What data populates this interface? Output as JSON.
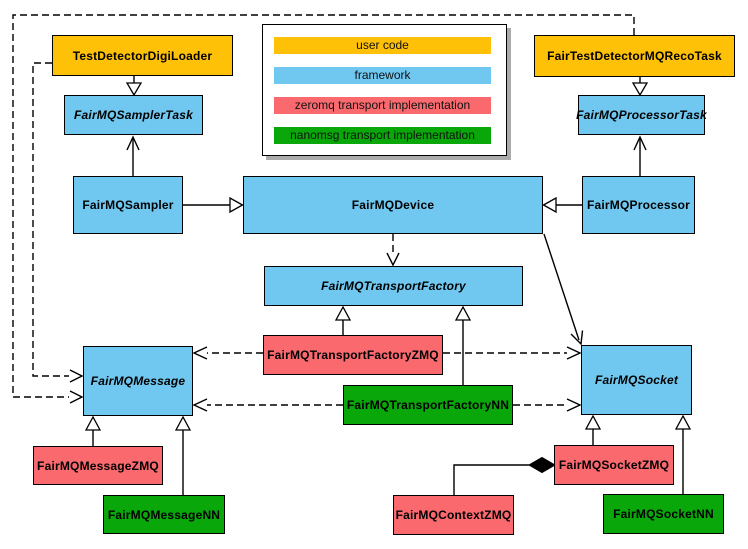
{
  "diagram": {
    "kind": "uml-class-diagram",
    "subject": "FairMQ framework classes and transport implementations"
  },
  "colors": {
    "user_code": "#FFC107",
    "framework": "#70C8F0",
    "zeromq": "#F9696E",
    "nanomsg": "#09A709",
    "border": "#000000",
    "background": "#FFFFFF"
  },
  "legend": {
    "items": [
      {
        "label": "user code",
        "color": "#FFC107"
      },
      {
        "label": "framework",
        "color": "#70C8F0"
      },
      {
        "label": "zeromq transport implementation",
        "color": "#F9696E"
      },
      {
        "label": "nanomsg transport implementation",
        "color": "#09A709"
      }
    ]
  },
  "nodes": {
    "digiLoader": {
      "label": "TestDetectorDigiLoader",
      "category": "user code",
      "abstract": false
    },
    "recoTask": {
      "label": "FairTestDetectorMQRecoTask",
      "category": "user code",
      "abstract": false
    },
    "samplerTask": {
      "label": "FairMQSamplerTask",
      "category": "framework",
      "abstract": true
    },
    "processorTask": {
      "label": "FairMQProcessorTask",
      "category": "framework",
      "abstract": true
    },
    "sampler": {
      "label": "FairMQSampler",
      "category": "framework",
      "abstract": false
    },
    "device": {
      "label": "FairMQDevice",
      "category": "framework",
      "abstract": false
    },
    "processor": {
      "label": "FairMQProcessor",
      "category": "framework",
      "abstract": false
    },
    "transportFactory": {
      "label": "FairMQTransportFactory",
      "category": "framework",
      "abstract": true
    },
    "tfZMQ": {
      "label": "FairMQTransportFactoryZMQ",
      "category": "zeromq transport implementation",
      "abstract": false
    },
    "tfNN": {
      "label": "FairMQTransportFactoryNN",
      "category": "nanomsg transport implementation",
      "abstract": false
    },
    "message": {
      "label": "FairMQMessage",
      "category": "framework",
      "abstract": true
    },
    "messageZMQ": {
      "label": "FairMQMessageZMQ",
      "category": "zeromq transport implementation",
      "abstract": false
    },
    "messageNN": {
      "label": "FairMQMessageNN",
      "category": "nanomsg transport implementation",
      "abstract": false
    },
    "socket": {
      "label": "FairMQSocket",
      "category": "framework",
      "abstract": true
    },
    "socketZMQ": {
      "label": "FairMQSocketZMQ",
      "category": "zeromq transport implementation",
      "abstract": false
    },
    "socketNN": {
      "label": "FairMQSocketNN",
      "category": "nanomsg transport implementation",
      "abstract": false
    },
    "contextZMQ": {
      "label": "FairMQContextZMQ",
      "category": "zeromq transport implementation",
      "abstract": false
    }
  },
  "edges": [
    {
      "from": "TestDetectorDigiLoader",
      "to": "FairMQSamplerTask",
      "type": "inheritance"
    },
    {
      "from": "FairTestDetectorMQRecoTask",
      "to": "FairMQProcessorTask",
      "type": "inheritance"
    },
    {
      "from": "FairMQSampler",
      "to": "FairMQSamplerTask",
      "type": "association"
    },
    {
      "from": "FairMQProcessor",
      "to": "FairMQProcessorTask",
      "type": "association"
    },
    {
      "from": "FairMQSampler",
      "to": "FairMQDevice",
      "type": "inheritance"
    },
    {
      "from": "FairMQProcessor",
      "to": "FairMQDevice",
      "type": "inheritance"
    },
    {
      "from": "FairMQDevice",
      "to": "FairMQTransportFactory",
      "type": "dependency"
    },
    {
      "from": "FairMQDevice",
      "to": "FairMQSocket",
      "type": "association"
    },
    {
      "from": "FairMQTransportFactoryZMQ",
      "to": "FairMQTransportFactory",
      "type": "inheritance"
    },
    {
      "from": "FairMQTransportFactoryNN",
      "to": "FairMQTransportFactory",
      "type": "inheritance"
    },
    {
      "from": "FairMQTransportFactoryZMQ",
      "to": "FairMQMessage",
      "type": "dependency"
    },
    {
      "from": "FairMQTransportFactoryZMQ",
      "to": "FairMQSocket",
      "type": "dependency"
    },
    {
      "from": "FairMQTransportFactoryNN",
      "to": "FairMQMessage",
      "type": "dependency"
    },
    {
      "from": "FairMQTransportFactoryNN",
      "to": "FairMQSocket",
      "type": "dependency"
    },
    {
      "from": "TestDetectorDigiLoader",
      "to": "FairMQMessage",
      "type": "dependency"
    },
    {
      "from": "FairTestDetectorMQRecoTask",
      "to": "FairMQMessage",
      "type": "dependency"
    },
    {
      "from": "FairMQMessageZMQ",
      "to": "FairMQMessage",
      "type": "inheritance"
    },
    {
      "from": "FairMQMessageNN",
      "to": "FairMQMessage",
      "type": "inheritance"
    },
    {
      "from": "FairMQSocketZMQ",
      "to": "FairMQSocket",
      "type": "inheritance"
    },
    {
      "from": "FairMQSocketNN",
      "to": "FairMQSocket",
      "type": "inheritance"
    },
    {
      "from": "FairMQContextZMQ",
      "to": "FairMQSocketZMQ",
      "type": "composition"
    }
  ]
}
